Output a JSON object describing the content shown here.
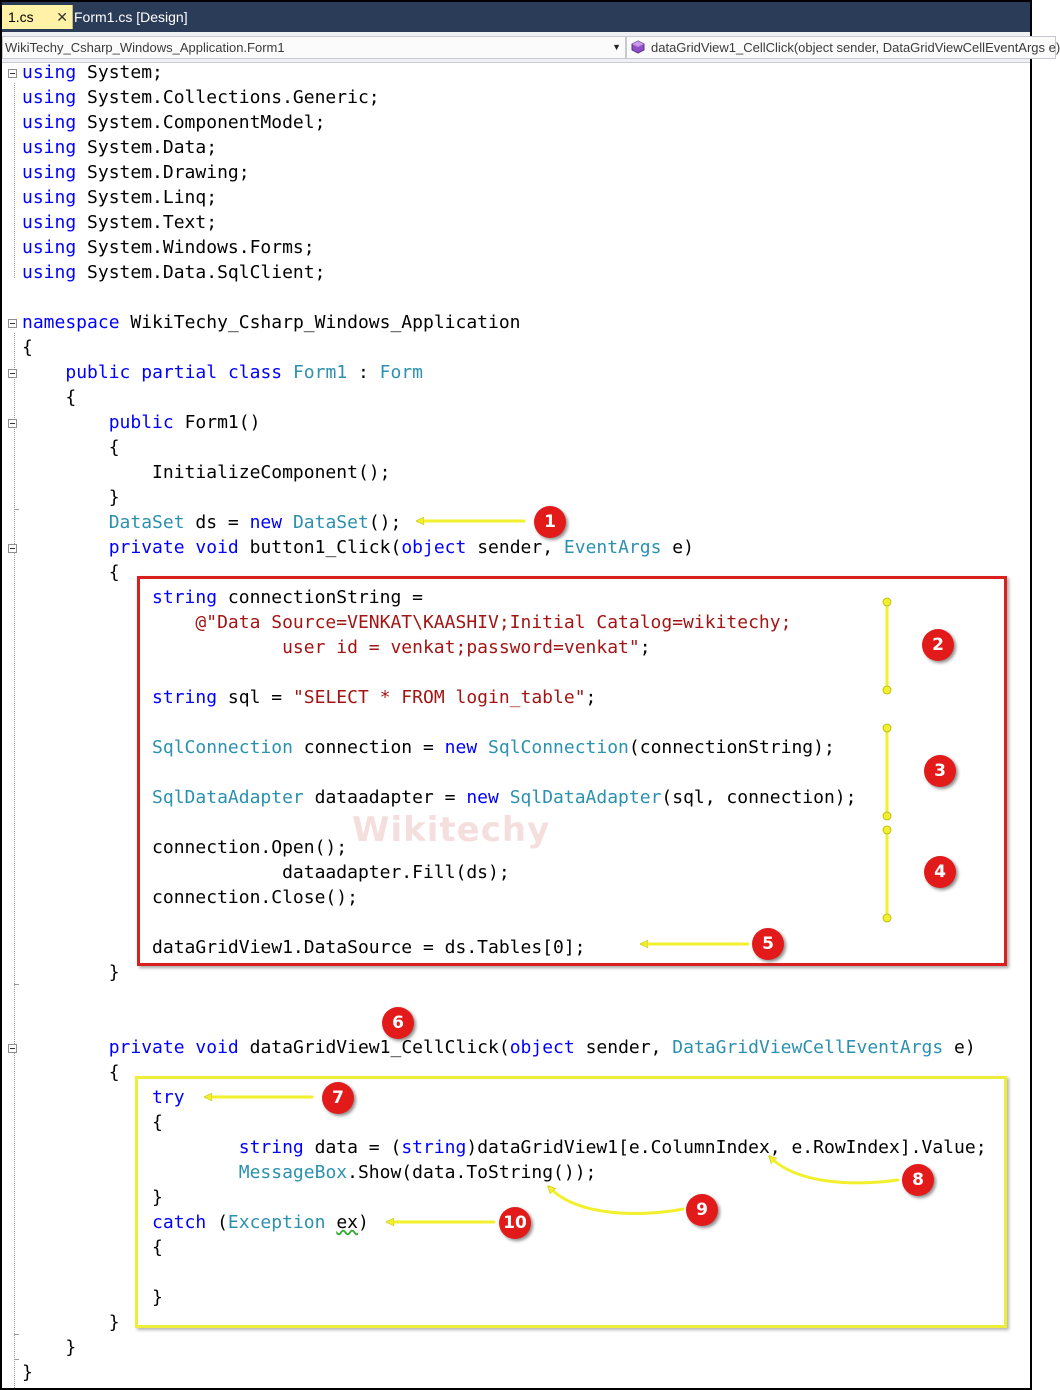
{
  "tabs": [
    {
      "label": "1.cs",
      "close": "✕"
    },
    {
      "label": "Form1.cs [Design]"
    }
  ],
  "navbar": {
    "class_combo": "WikiTechy_Csharp_Windows_Application.Form1",
    "member_combo": "dataGridView1_CellClick(object sender, DataGridViewCellEventArgs e)"
  },
  "code_lines": [
    {
      "tokens": [
        {
          "t": "using",
          "c": "kw"
        },
        {
          "t": " System;"
        }
      ]
    },
    {
      "tokens": [
        {
          "t": "using",
          "c": "kw"
        },
        {
          "t": " System.Collections.Generic;"
        }
      ]
    },
    {
      "tokens": [
        {
          "t": "using",
          "c": "kw"
        },
        {
          "t": " System.ComponentModel;"
        }
      ]
    },
    {
      "tokens": [
        {
          "t": "using",
          "c": "kw"
        },
        {
          "t": " System.Data;"
        }
      ]
    },
    {
      "tokens": [
        {
          "t": "using",
          "c": "kw"
        },
        {
          "t": " System.Drawing;"
        }
      ]
    },
    {
      "tokens": [
        {
          "t": "using",
          "c": "kw"
        },
        {
          "t": " System.Linq;"
        }
      ]
    },
    {
      "tokens": [
        {
          "t": "using",
          "c": "kw"
        },
        {
          "t": " System.Text;"
        }
      ]
    },
    {
      "tokens": [
        {
          "t": "using",
          "c": "kw"
        },
        {
          "t": " System.Windows.Forms;"
        }
      ]
    },
    {
      "tokens": [
        {
          "t": "using",
          "c": "kw"
        },
        {
          "t": " System.Data.SqlClient;"
        }
      ]
    },
    {
      "tokens": []
    },
    {
      "tokens": [
        {
          "t": "namespace",
          "c": "kw"
        },
        {
          "t": " WikiTechy_Csharp_Windows_Application"
        }
      ]
    },
    {
      "tokens": [
        {
          "t": "{"
        }
      ]
    },
    {
      "tokens": [
        {
          "t": "    "
        },
        {
          "t": "public",
          "c": "kw"
        },
        {
          "t": " "
        },
        {
          "t": "partial",
          "c": "kw"
        },
        {
          "t": " "
        },
        {
          "t": "class",
          "c": "kw"
        },
        {
          "t": " "
        },
        {
          "t": "Form1",
          "c": "ty"
        },
        {
          "t": " : "
        },
        {
          "t": "Form",
          "c": "ty"
        }
      ]
    },
    {
      "tokens": [
        {
          "t": "    {"
        }
      ]
    },
    {
      "tokens": [
        {
          "t": "        "
        },
        {
          "t": "public",
          "c": "kw"
        },
        {
          "t": " Form1()"
        }
      ]
    },
    {
      "tokens": [
        {
          "t": "        {"
        }
      ]
    },
    {
      "tokens": [
        {
          "t": "            InitializeComponent();"
        }
      ]
    },
    {
      "tokens": [
        {
          "t": "        }"
        }
      ]
    },
    {
      "tokens": [
        {
          "t": "        "
        },
        {
          "t": "DataSet",
          "c": "ty"
        },
        {
          "t": " ds = "
        },
        {
          "t": "new",
          "c": "kw"
        },
        {
          "t": " "
        },
        {
          "t": "DataSet",
          "c": "ty"
        },
        {
          "t": "();"
        }
      ]
    },
    {
      "tokens": [
        {
          "t": "        "
        },
        {
          "t": "private",
          "c": "kw"
        },
        {
          "t": " "
        },
        {
          "t": "void",
          "c": "kw"
        },
        {
          "t": " button1_Click("
        },
        {
          "t": "object",
          "c": "kw"
        },
        {
          "t": " sender, "
        },
        {
          "t": "EventArgs",
          "c": "ty"
        },
        {
          "t": " e)"
        }
      ]
    },
    {
      "tokens": [
        {
          "t": "        {"
        }
      ]
    },
    {
      "tokens": [
        {
          "t": "            "
        },
        {
          "t": "string",
          "c": "kw"
        },
        {
          "t": " connectionString ="
        }
      ]
    },
    {
      "tokens": [
        {
          "t": "                "
        },
        {
          "t": "@\"Data Source=VENKAT\\KAASHIV;Initial Catalog=wikitechy;",
          "c": "st"
        }
      ]
    },
    {
      "tokens": [
        {
          "t": "                        "
        },
        {
          "t": "user id = venkat;password=venkat\"",
          "c": "st"
        },
        {
          "t": ";"
        }
      ]
    },
    {
      "tokens": []
    },
    {
      "tokens": [
        {
          "t": "            "
        },
        {
          "t": "string",
          "c": "kw"
        },
        {
          "t": " sql = "
        },
        {
          "t": "\"SELECT * FROM login_table\"",
          "c": "st"
        },
        {
          "t": ";"
        }
      ]
    },
    {
      "tokens": []
    },
    {
      "tokens": [
        {
          "t": "            "
        },
        {
          "t": "SqlConnection",
          "c": "ty"
        },
        {
          "t": " connection = "
        },
        {
          "t": "new",
          "c": "kw"
        },
        {
          "t": " "
        },
        {
          "t": "SqlConnection",
          "c": "ty"
        },
        {
          "t": "(connectionString);"
        }
      ]
    },
    {
      "tokens": []
    },
    {
      "tokens": [
        {
          "t": "            "
        },
        {
          "t": "SqlDataAdapter",
          "c": "ty"
        },
        {
          "t": " dataadapter = "
        },
        {
          "t": "new",
          "c": "kw"
        },
        {
          "t": " "
        },
        {
          "t": "SqlDataAdapter",
          "c": "ty"
        },
        {
          "t": "(sql, connection);"
        }
      ]
    },
    {
      "tokens": []
    },
    {
      "tokens": [
        {
          "t": "            connection.Open();"
        }
      ]
    },
    {
      "tokens": [
        {
          "t": "                        dataadapter.Fill(ds);"
        }
      ]
    },
    {
      "tokens": [
        {
          "t": "            connection.Close();"
        }
      ]
    },
    {
      "tokens": []
    },
    {
      "tokens": [
        {
          "t": "            dataGridView1.DataSource = ds.Tables[0];"
        }
      ]
    },
    {
      "tokens": [
        {
          "t": "        }"
        }
      ]
    },
    {
      "tokens": []
    },
    {
      "tokens": []
    },
    {
      "tokens": [
        {
          "t": "        "
        },
        {
          "t": "private",
          "c": "kw"
        },
        {
          "t": " "
        },
        {
          "t": "void",
          "c": "kw"
        },
        {
          "t": " dataGridView1_CellClick("
        },
        {
          "t": "object",
          "c": "kw"
        },
        {
          "t": " sender, "
        },
        {
          "t": "DataGridViewCellEventArgs",
          "c": "ty"
        },
        {
          "t": " e)"
        }
      ]
    },
    {
      "tokens": [
        {
          "t": "        {"
        }
      ]
    },
    {
      "tokens": [
        {
          "t": "            "
        },
        {
          "t": "try",
          "c": "kw"
        }
      ]
    },
    {
      "tokens": [
        {
          "t": "            {"
        }
      ]
    },
    {
      "tokens": [
        {
          "t": "                    "
        },
        {
          "t": "string",
          "c": "kw"
        },
        {
          "t": " data = ("
        },
        {
          "t": "string",
          "c": "kw"
        },
        {
          "t": ")dataGridView1[e.ColumnIndex, e.RowIndex].Value;"
        }
      ]
    },
    {
      "tokens": [
        {
          "t": "                    "
        },
        {
          "t": "MessageBox",
          "c": "ty"
        },
        {
          "t": ".Show(data.ToString());"
        }
      ]
    },
    {
      "tokens": [
        {
          "t": "            }"
        }
      ]
    },
    {
      "tokens": [
        {
          "t": "            "
        },
        {
          "t": "catch",
          "c": "kw"
        },
        {
          "t": " ("
        },
        {
          "t": "Exception",
          "c": "ty"
        },
        {
          "t": " "
        },
        {
          "t": "ex",
          "c": "sq"
        },
        {
          "t": ")"
        }
      ]
    },
    {
      "tokens": [
        {
          "t": "            {"
        }
      ]
    },
    {
      "tokens": []
    },
    {
      "tokens": [
        {
          "t": "            }"
        }
      ]
    },
    {
      "tokens": [
        {
          "t": "        }"
        }
      ]
    },
    {
      "tokens": [
        {
          "t": "    }"
        }
      ]
    },
    {
      "tokens": [
        {
          "t": "}"
        }
      ]
    }
  ],
  "annotations": {
    "badges": [
      "1",
      "2",
      "3",
      "4",
      "5",
      "6",
      "7",
      "8",
      "9",
      "10"
    ],
    "watermark": "Wikitechy",
    "colors": {
      "red_box": "#d9201f",
      "yellow_box": "#eded3a",
      "arrow": "#f2ef2c",
      "badge": "#e21a1a"
    }
  },
  "syntax_colors": {
    "keyword": "#0000ff",
    "type": "#2b91af",
    "string": "#a31515",
    "text": "#000000"
  }
}
